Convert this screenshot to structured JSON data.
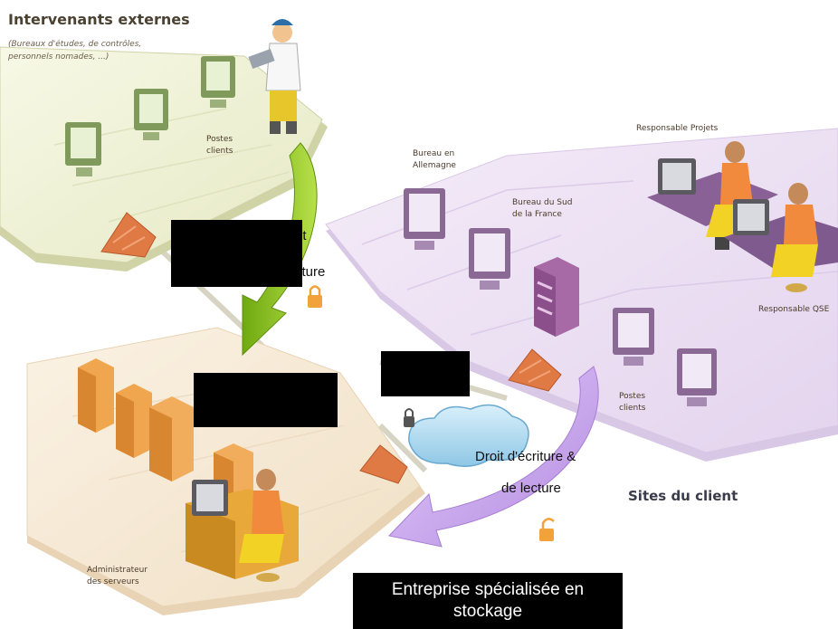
{
  "external": {
    "title": "Intervenants externes",
    "subtitle_line1": "(Bureaux d'études, de contrôles,",
    "subtitle_line2": "personnels nomades, ...)",
    "posts_line1": "Postes",
    "posts_line2": "clients"
  },
  "client_sites": {
    "title": "Sites du client",
    "germany_line1": "Bureau en",
    "germany_line2": "Allemagne",
    "south_line1": "Bureau du Sud",
    "south_line2": "de la France",
    "project_manager": "Responsable Projets",
    "qse_manager": "Responsable QSE",
    "posts_line1": "Postes",
    "posts_line2": "clients"
  },
  "storage": {
    "admin_line1": "Administrateur",
    "admin_line2": "des serveurs",
    "banner_line1": "Entreprise spécialisée en",
    "banner_line2": "stockage"
  },
  "arrows": {
    "left_partial_1": "it",
    "left_partial_2": "cture",
    "right_line1": "Droit d'écriture &",
    "right_line2": "de lecture"
  },
  "colors": {
    "green_arrow": "#8dc21f",
    "purple_arrow": "#c9a6ef",
    "external_platform": "#f1f3dc",
    "client_platform": "#eee3f4",
    "storage_platform": "#f7ead8",
    "redaction": "#000000"
  }
}
